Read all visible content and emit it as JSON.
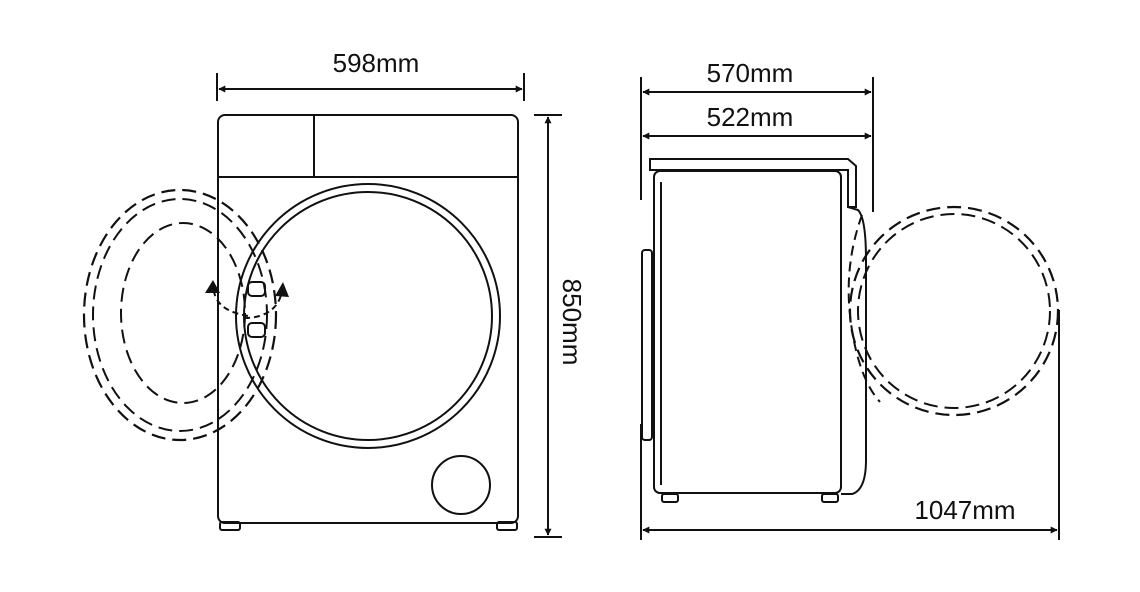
{
  "front_view": {
    "width_label": "598mm",
    "height_label": "850mm"
  },
  "side_view": {
    "depth_overall_label": "570mm",
    "depth_body_label": "522mm",
    "depth_door_open_label": "1047mm"
  },
  "colors": {
    "line": "#111111",
    "background": "#ffffff"
  }
}
